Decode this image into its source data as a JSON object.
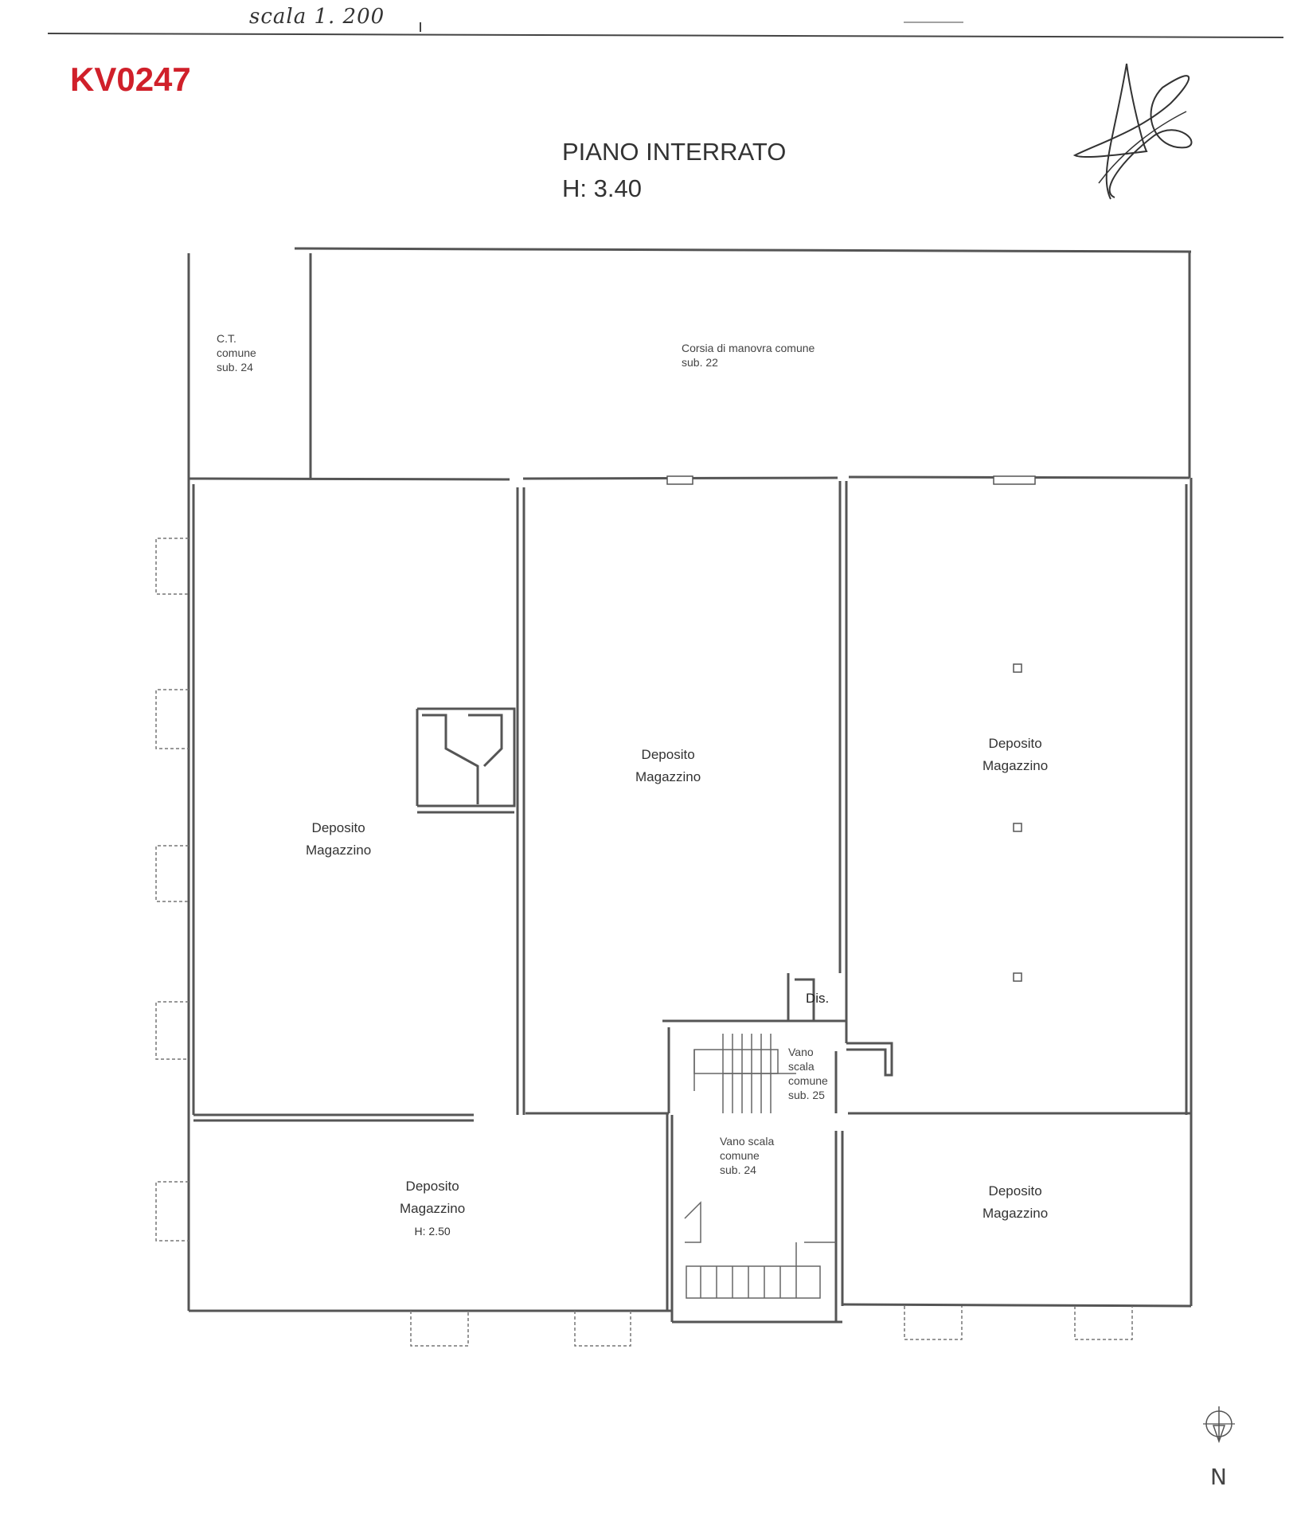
{
  "header": {
    "scale": "scala 1. 200",
    "code": "KV0247"
  },
  "title": {
    "line1": "PIANO INTERRATO",
    "line2": "H: 3.40"
  },
  "rooms": {
    "ct": [
      "C.T.",
      "comune",
      "sub. 24"
    ],
    "corsia": [
      "Corsia di manovra comune",
      "sub. 22"
    ],
    "west": [
      "Deposito",
      "Magazzino"
    ],
    "center": [
      "Deposito",
      "Magazzino"
    ],
    "east": [
      "Deposito",
      "Magazzino"
    ],
    "south_west": [
      "Deposito",
      "Magazzino",
      "H: 2.50"
    ],
    "south_east": [
      "Deposito",
      "Magazzino"
    ],
    "dis": "Dis.",
    "vano_scala_25": [
      "Vano",
      "scala",
      "comune",
      "sub. 25"
    ],
    "vano_scala_24": [
      "Vano scala",
      "comune",
      "sub. 24"
    ]
  },
  "compass": {
    "letter": "N"
  },
  "colors": {
    "code": "#d0202a",
    "lines": "#555555"
  }
}
